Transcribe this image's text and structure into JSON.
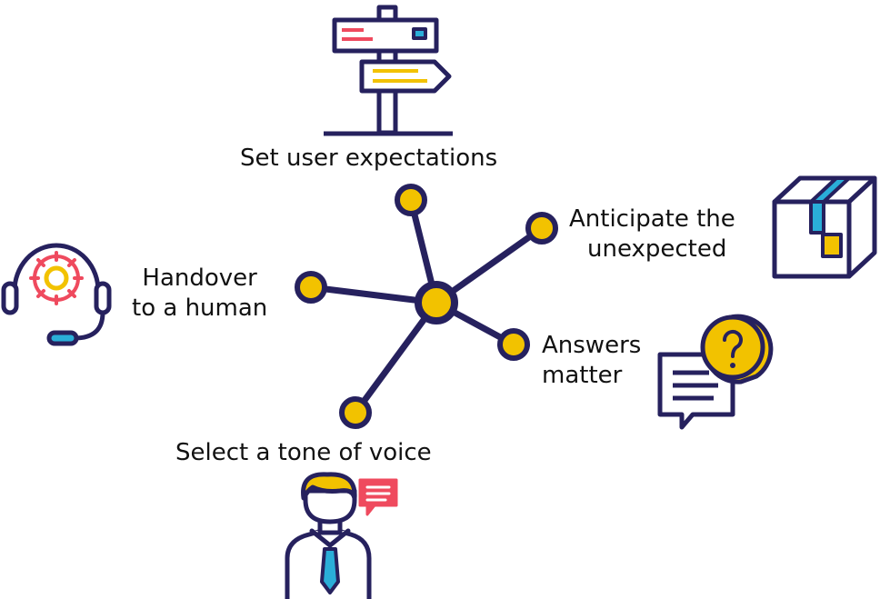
{
  "colors": {
    "navy": "#26215e",
    "yellow": "#f2c200",
    "red": "#ef4a5e",
    "blue": "#2aaed8"
  },
  "labels": {
    "expectations": "Set user expectations",
    "anticipate_1": "Anticipate the",
    "anticipate_2": "unexpected",
    "handover_1": "Handover",
    "handover_2": "to a human",
    "answers_1": "Answers",
    "answers_2": "matter",
    "tone": "Select a tone of voice"
  },
  "icons": [
    "signpost-icon",
    "package-box-icon",
    "headset-gear-icon",
    "question-chat-icon",
    "businessman-speech-icon"
  ]
}
